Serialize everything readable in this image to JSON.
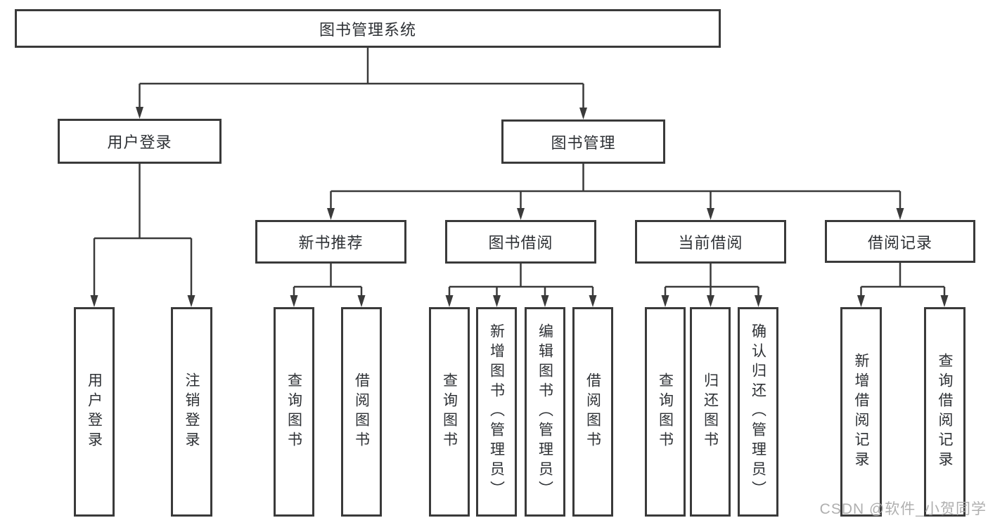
{
  "diagram": {
    "title": "图书管理系统",
    "tree": {
      "label": "图书管理系统",
      "children": [
        {
          "label": "用户登录",
          "children": [
            {
              "label": "用户登录"
            },
            {
              "label": "注销登录"
            }
          ]
        },
        {
          "label": "图书管理",
          "children": [
            {
              "label": "新书推荐",
              "children": [
                {
                  "label": "查询图书"
                },
                {
                  "label": "借阅图书"
                }
              ]
            },
            {
              "label": "图书借阅",
              "children": [
                {
                  "label": "查询图书"
                },
                {
                  "label": "新增图书（管理员）"
                },
                {
                  "label": "编辑图书（管理员）"
                },
                {
                  "label": "借阅图书"
                }
              ]
            },
            {
              "label": "当前借阅",
              "children": [
                {
                  "label": "查询图书"
                },
                {
                  "label": "归还图书"
                },
                {
                  "label": "确认归还（管理员）"
                }
              ]
            },
            {
              "label": "借阅记录",
              "children": [
                {
                  "label": "新增借阅记录"
                },
                {
                  "label": "查询借阅记录"
                }
              ]
            }
          ]
        }
      ]
    }
  },
  "watermark": "CSDN @软件_小贺同学",
  "colors": {
    "line": "#3a3a3a",
    "text": "#2e3135",
    "background": "#ffffff",
    "watermark": "#ababab"
  }
}
